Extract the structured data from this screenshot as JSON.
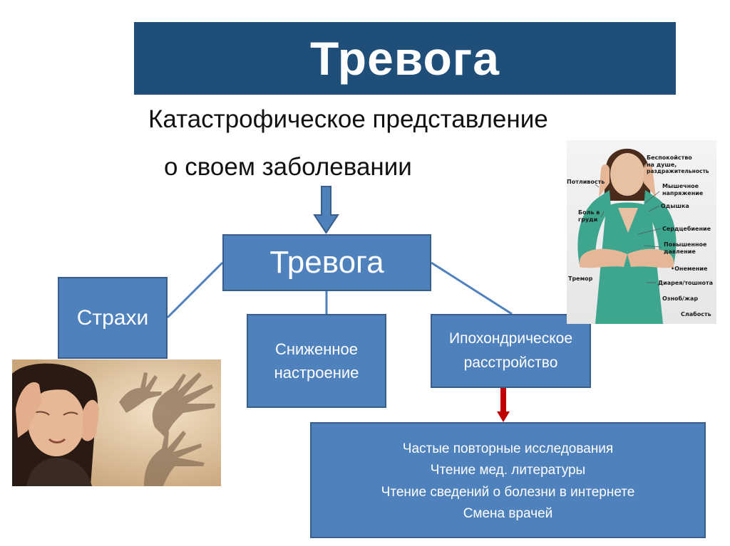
{
  "title": "Тревога",
  "subtitle": {
    "line1": "Катастрофическое представление",
    "line2": "о своем заболевании"
  },
  "central": {
    "label": "Тревога"
  },
  "fears": {
    "label": "Страхи"
  },
  "mood": {
    "line1": "Сниженное",
    "line2": "настроение"
  },
  "hypochondria": {
    "line1": "Ипохондрическое",
    "line2": "расстройство"
  },
  "behaviors": {
    "items": [
      "Частые повторные исследования",
      "Чтение мед. литературы",
      "Чтение сведений  о болезни в интернете",
      "Смена врачей"
    ]
  },
  "symptoms": {
    "restlessness_1": "Беспокойство",
    "restlessness_2": "на душе,",
    "restlessness_3": "раздражительность",
    "sweating": "Потливость",
    "muscle_1": "Мышечное",
    "muscle_2": "напряжение",
    "dyspnea": "Одышка",
    "chest_pain_1": "Боль в",
    "chest_pain_2": "груди",
    "heartbeat": "Сердцебиение",
    "pressure_1": "Повышенное",
    "pressure_2": "давление",
    "numbness": "•Онемение",
    "tremor": "Тремор",
    "diarrhea": "Диарея/тошнота",
    "chills": "Озноб/жар",
    "weakness": "Слабость"
  },
  "colors": {
    "banner": "#1f4e79",
    "box_fill": "#4f81bd",
    "box_border": "#385d8a",
    "connector": "#4f81bd",
    "red_arrow": "#c00000"
  }
}
